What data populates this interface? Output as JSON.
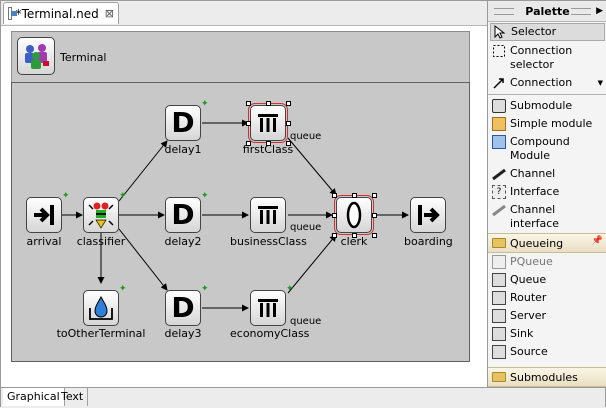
{
  "editor_tab": {
    "title": "*Terminal.ned",
    "close_glyph": "⊠"
  },
  "network": {
    "name": "Terminal"
  },
  "submodules": {
    "arrival": "arrival",
    "classifier": "classifier",
    "delay1": "delay1",
    "delay2": "delay2",
    "delay3": "delay3",
    "firstClass": "firstClass",
    "businessClass": "businessClass",
    "economyClass": "economyClass",
    "clerk": "clerk",
    "boarding": "boarding",
    "toOtherTerminal": "toOtherTerminal",
    "queue_label": "queue",
    "delay_glyph": "D"
  },
  "palette": {
    "title": "Palette",
    "tools": [
      {
        "label": "Selector",
        "icon": "arrow-pointer-icon"
      },
      {
        "label": "Connection selector",
        "icon": "dashed-marquee-icon"
      },
      {
        "label": "Connection",
        "icon": "connection-arrow-icon"
      }
    ],
    "types": [
      {
        "label": "Submodule",
        "icon": "submodule-icon"
      },
      {
        "label": "Simple module",
        "icon": "simple-module-icon"
      },
      {
        "label": "Compound Module",
        "icon": "compound-module-icon"
      },
      {
        "label": "Channel",
        "icon": "channel-icon"
      },
      {
        "label": "Interface",
        "icon": "interface-icon"
      },
      {
        "label": "Channel interface",
        "icon": "channel-interface-icon"
      }
    ],
    "drawer_queueing": "Queueing",
    "queueing_items": [
      {
        "label": "PQueue",
        "icon": "pqueue-icon"
      },
      {
        "label": "Queue",
        "icon": "queue-icon"
      },
      {
        "label": "Router",
        "icon": "router-icon"
      },
      {
        "label": "Server",
        "icon": "server-icon"
      },
      {
        "label": "Sink",
        "icon": "sink-icon"
      },
      {
        "label": "Source",
        "icon": "source-icon"
      }
    ],
    "drawer_submodules": "Submodules"
  },
  "bottom_tabs": {
    "graphical": "Graphical",
    "text": "Text"
  },
  "colors": {
    "selection": "#d03030",
    "canvas_bg": "#c8c8c8",
    "drawer_bg": "#f1e8cf"
  }
}
